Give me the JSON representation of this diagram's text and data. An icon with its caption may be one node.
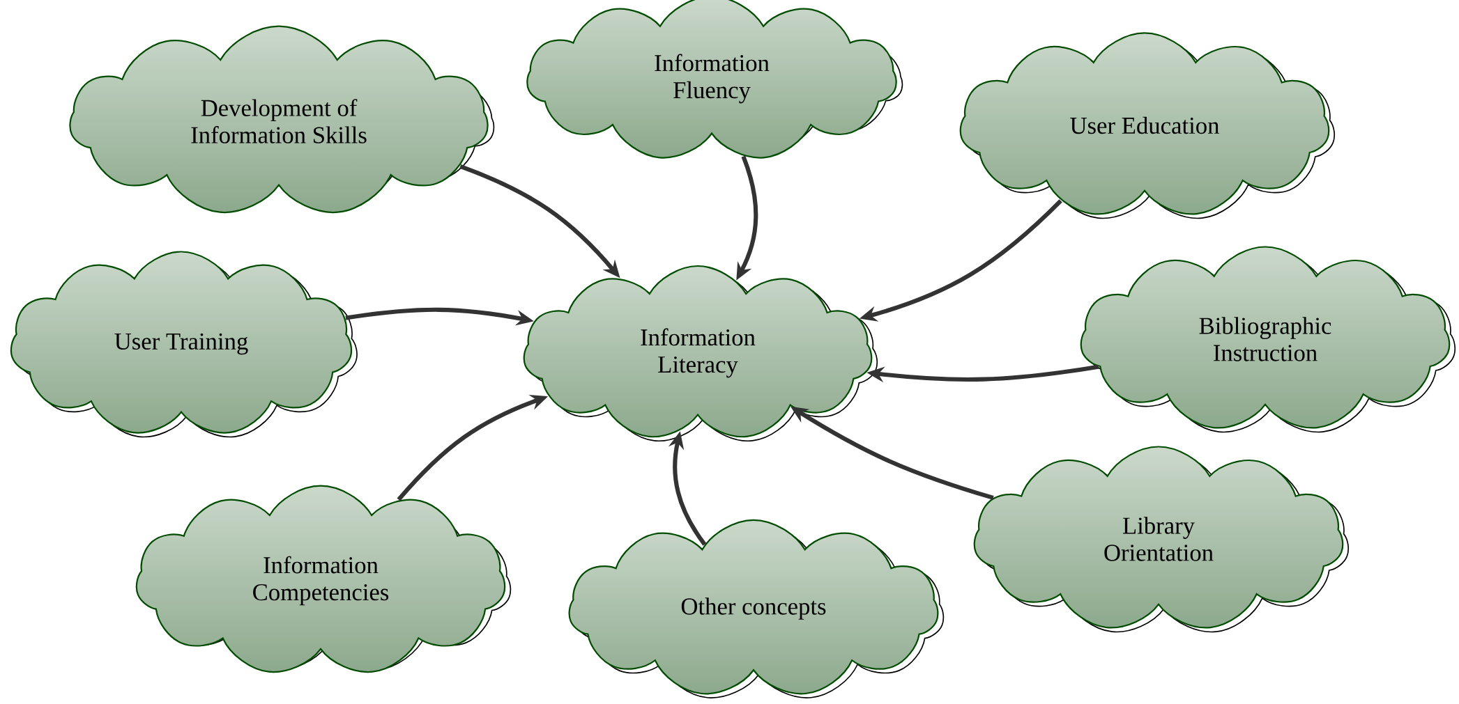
{
  "diagram": {
    "nodes": [
      {
        "text": [
          "Development of Information Skills"
        ]
      },
      {
        "text": [
          "Information Fluency"
        ]
      },
      {
        "text": [
          "User Education"
        ]
      },
      {
        "text": [
          "User Training"
        ]
      },
      {
        "text": [
          "Information Literacy"
        ]
      },
      {
        "text": [
          "Bibliographic Instruction"
        ]
      },
      {
        "text": [
          "Library Orientation"
        ]
      },
      {
        "text": [
          "Information Competencies"
        ]
      },
      {
        "text": [
          "Other concepts"
        ]
      }
    ],
    "edges": [
      {
        "from": 0,
        "to": 4,
        "arrow": "to"
      },
      {
        "from": 1,
        "to": 4,
        "arrow": "to"
      },
      {
        "from": 2,
        "to": 4,
        "arrow": "to"
      },
      {
        "from": 3,
        "to": 4,
        "arrow": "to"
      },
      {
        "from": 5,
        "to": 4,
        "arrow": "to"
      },
      {
        "from": 6,
        "to": 4,
        "arrow": "to"
      },
      {
        "from": 7,
        "to": 4,
        "arrow": "to"
      },
      {
        "from": 8,
        "to": 4,
        "arrow": "to"
      }
    ]
  }
}
